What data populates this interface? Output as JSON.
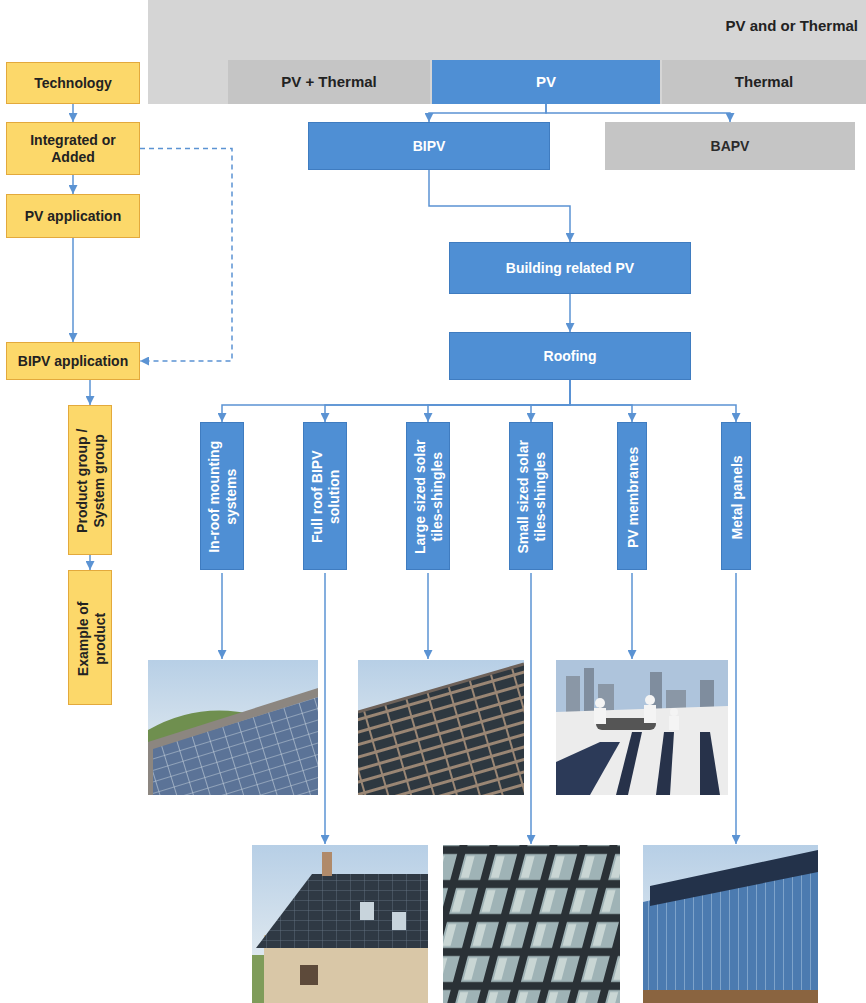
{
  "diagram": {
    "nodes": [
      {
        "text": [
          "PV and or Thermal"
        ]
      },
      {
        "text": [
          "PV + Thermal"
        ],
        "in": 0
      },
      {
        "text": [
          "PV"
        ],
        "in": 0
      },
      {
        "text": [
          "Thermal"
        ],
        "in": 0
      },
      {
        "text": [
          "Technology"
        ]
      },
      {
        "text": [
          "Integrated or Added"
        ]
      },
      {
        "text": [
          "PV application"
        ]
      },
      {
        "text": [
          "BIPV application"
        ]
      },
      {
        "text": [
          "Product group / System group"
        ]
      },
      {
        "text": [
          "Example of product"
        ]
      },
      {
        "text": [
          "BIPV"
        ]
      },
      {
        "text": [
          "BAPV"
        ]
      },
      {
        "text": [
          "Building related PV"
        ]
      },
      {
        "text": [
          "Roofing"
        ]
      },
      {
        "text": [
          "In-roof mounting systems"
        ]
      },
      {
        "text": [
          "Full roof BIPV solution"
        ]
      },
      {
        "text": [
          "Large sized solar tiles-shingles"
        ]
      },
      {
        "text": [
          "Small sized solar tiles-shingles"
        ]
      },
      {
        "text": [
          "PV membranes"
        ]
      },
      {
        "text": [
          "Metal panels"
        ]
      }
    ],
    "edges": [
      {
        "from": 4,
        "to": 5,
        "arrow": "to"
      },
      {
        "from": 5,
        "to": 6,
        "arrow": "to"
      },
      {
        "from": 6,
        "to": 7,
        "arrow": "to"
      },
      {
        "from": 5,
        "to": 7,
        "arrow": "to"
      },
      {
        "from": 7,
        "to": 8,
        "arrow": "to"
      },
      {
        "from": 8,
        "to": 9,
        "arrow": "to"
      },
      {
        "from": 2,
        "to": 10,
        "arrow": "to"
      },
      {
        "from": 2,
        "to": 11,
        "arrow": "to"
      },
      {
        "from": 10,
        "to": 12,
        "arrow": "to"
      },
      {
        "from": 12,
        "to": 13,
        "arrow": "to"
      },
      {
        "from": 13,
        "to": 14,
        "arrow": "to"
      },
      {
        "from": 13,
        "to": 15,
        "arrow": "to"
      },
      {
        "from": 13,
        "to": 16,
        "arrow": "to"
      },
      {
        "from": 13,
        "to": 17,
        "arrow": "to"
      },
      {
        "from": 13,
        "to": 18,
        "arrow": "to"
      },
      {
        "from": 13,
        "to": 19,
        "arrow": "to"
      }
    ]
  }
}
